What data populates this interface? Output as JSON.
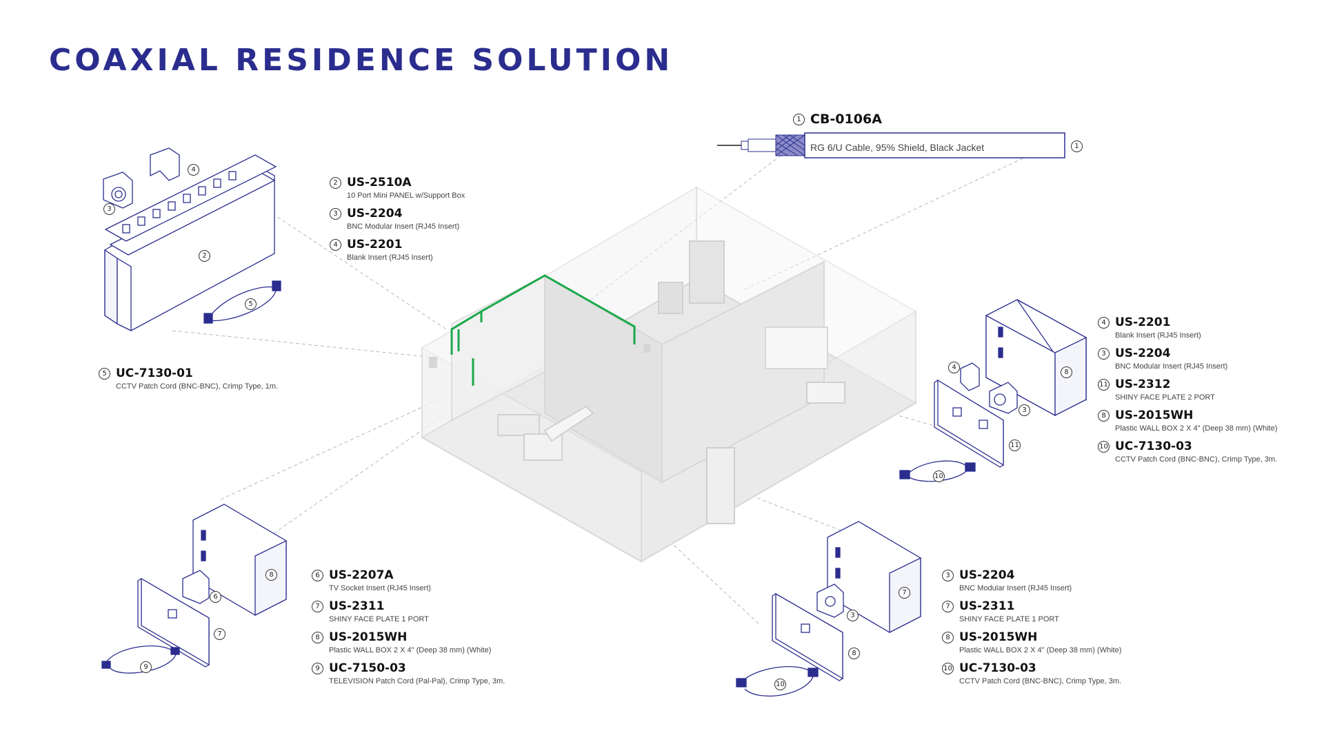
{
  "title": "COAXIAL RESIDENCE SOLUTION",
  "colors": {
    "title": "#2b2d8e",
    "accent_line": "#1aa84a",
    "product_line": "#2b2d8e",
    "house": "#e6e6e6"
  },
  "cable": {
    "num": "1",
    "code": "CB-0106A",
    "desc": "RG 6/U Cable, 95% Shield, Black Jacket"
  },
  "groups": {
    "top_left": [
      {
        "num": "2",
        "code": "US-2510A",
        "desc": "10 Port Mini PANEL w/Support Box"
      },
      {
        "num": "3",
        "code": "US-2204",
        "desc": "BNC Modular Insert (RJ45 Insert)"
      },
      {
        "num": "4",
        "code": "US-2201",
        "desc": "Blank Insert (RJ45 Insert)"
      }
    ],
    "mid_left": [
      {
        "num": "5",
        "code": "UC-7130-01",
        "desc": "CCTV Patch Cord (BNC-BNC), Crimp Type, 1m."
      }
    ],
    "right": [
      {
        "num": "4",
        "code": "US-2201",
        "desc": "Blank Insert (RJ45 Insert)"
      },
      {
        "num": "3",
        "code": "US-2204",
        "desc": "BNC Modular Insert (RJ45 Insert)"
      },
      {
        "num": "11",
        "code": "US-2312",
        "desc": "SHINY FACE PLATE 2 PORT"
      },
      {
        "num": "8",
        "code": "US-2015WH",
        "desc": "Plastic WALL BOX 2 X 4\" (Deep 38 mm) (White)"
      },
      {
        "num": "10",
        "code": "UC-7130-03",
        "desc": "CCTV Patch Cord (BNC-BNC), Crimp Type, 3m."
      }
    ],
    "bottom_left": [
      {
        "num": "6",
        "code": "US-2207A",
        "desc": "TV Socket Insert (RJ45 Insert)"
      },
      {
        "num": "7",
        "code": "US-2311",
        "desc": "SHINY FACE PLATE 1 PORT"
      },
      {
        "num": "8",
        "code": "US-2015WH",
        "desc": "Plastic WALL BOX 2 X 4\" (Deep 38 mm) (White)"
      },
      {
        "num": "9",
        "code": "UC-7150-03",
        "desc": "TELEVISION Patch Cord (Pal-Pal), Crimp Type, 3m."
      }
    ],
    "bottom_right": [
      {
        "num": "3",
        "code": "US-2204",
        "desc": "BNC Modular Insert (RJ45 Insert)"
      },
      {
        "num": "7",
        "code": "US-2311",
        "desc": "SHINY FACE PLATE 1 PORT"
      },
      {
        "num": "8",
        "code": "US-2015WH",
        "desc": "Plastic WALL BOX 2 X 4\" (Deep 38 mm) (White)"
      },
      {
        "num": "10",
        "code": "UC-7130-03",
        "desc": "CCTV Patch Cord (BNC-BNC), Crimp Type, 3m."
      }
    ]
  },
  "bubbles": {
    "tl_blank": "4",
    "tl_bnc": "3",
    "tl_panel": "2",
    "tl_cord": "5",
    "r_box": "8",
    "r_blank": "4",
    "r_bnc": "3",
    "r_plate": "11",
    "r_cord": "10",
    "bl_box": "8",
    "bl_tv": "6",
    "bl_plate": "7",
    "bl_cord": "9",
    "br_box": "7",
    "br_bnc": "3",
    "br_plate": "8",
    "br_cord": "10"
  }
}
